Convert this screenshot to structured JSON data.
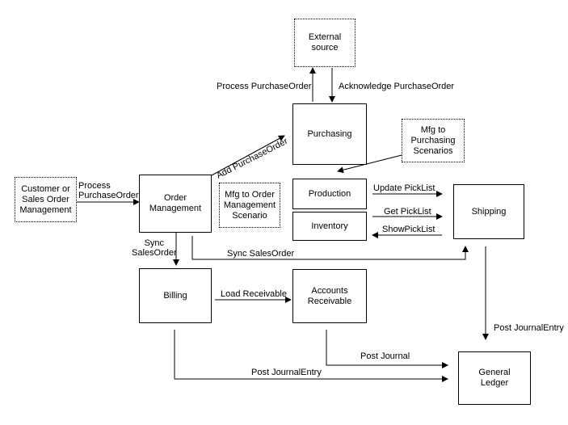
{
  "nodes": {
    "external_source": "External\nsource",
    "purchasing": "Purchasing",
    "mfg_to_purchasing": "Mfg to\nPurchasing\nScenarios",
    "customer_sales_order": "Customer or\nSales Order\nManagement",
    "order_management": "Order\nManagement",
    "mfg_to_order_mgmt": "Mfg to Order\nManagement\nScenario",
    "production": "Production",
    "inventory": "Inventory",
    "shipping": "Shipping",
    "billing": "Billing",
    "accounts_receivable": "Accounts\nReceivable",
    "general_ledger": "General\nLedger"
  },
  "edges": {
    "process_purchase_order_up": "Process PurchaseOrder",
    "acknowledge_purchase_order": "Acknowledge PurchaseOrder",
    "add_purchase_order": "Add PurchaseOrder",
    "process_purchase_order_left": "Process\nPurchaseOrder",
    "update_picklist": "Update PickList",
    "get_picklist": "Get PickList",
    "show_picklist": "ShowPickList",
    "sync_salesorder_down": "Sync\nSalesOrder",
    "sync_salesorder_right": "Sync SalesOrder",
    "load_receivable": "Load Receivable",
    "post_journalentry_shipping": "Post JournalEntry",
    "post_journal": "Post Journal",
    "post_journalentry_billing": "Post JournalEntry"
  }
}
